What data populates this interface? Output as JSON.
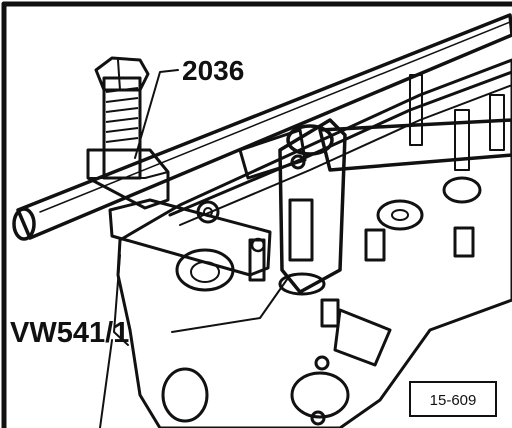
{
  "figure": {
    "callouts": [
      {
        "id": "tool-2036",
        "text": "2036"
      },
      {
        "id": "tool-vw541-1",
        "text": "VW541/1"
      }
    ],
    "figure_number": "15-609"
  }
}
